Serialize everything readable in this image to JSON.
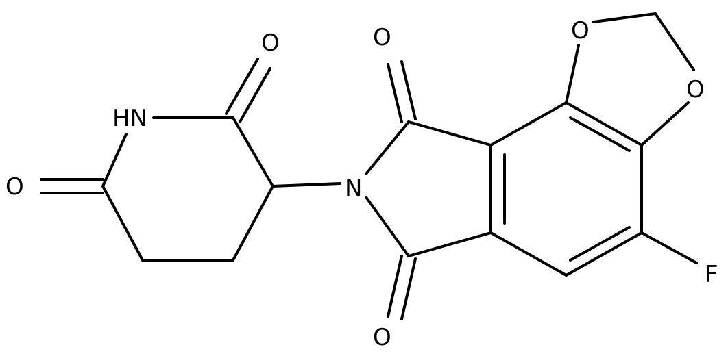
{
  "atoms": {
    "o_piperidine_top": "O",
    "o_piperidine_left": "O",
    "nh_piperidine": "HN",
    "o_imide_top": "O",
    "o_imide_bottom": "O",
    "n_imide": "N",
    "o_dioxole_top": "O",
    "o_dioxole_right": "O",
    "fluorine": "F"
  },
  "colors": {
    "bond": "#000000",
    "label": "#000000",
    "background": "#ffffff"
  }
}
